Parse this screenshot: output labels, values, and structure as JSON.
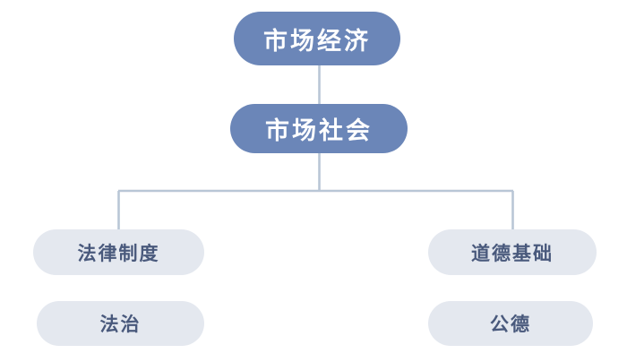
{
  "diagram": {
    "type": "org-chart",
    "background_color": "#ffffff",
    "theme": {
      "primary_fill": "#6b86b8",
      "primary_text": "#ffffff",
      "secondary_fill": "#e4e8ef",
      "secondary_text": "#49597c",
      "connector_color": "#b9c6d6"
    },
    "nodes": [
      {
        "id": "market-economy",
        "label": "市场经济",
        "style": "primary",
        "level": 0
      },
      {
        "id": "market-society",
        "label": "市场社会",
        "style": "primary",
        "level": 1
      },
      {
        "id": "legal-system",
        "label": "法律制度",
        "style": "secondary",
        "level": 2
      },
      {
        "id": "moral-foundation",
        "label": "道德基础",
        "style": "secondary",
        "level": 2
      },
      {
        "id": "rule-of-law",
        "label": "法治",
        "style": "secondary",
        "level": 3
      },
      {
        "id": "public-morality",
        "label": "公德",
        "style": "secondary",
        "level": 3
      }
    ],
    "connectors": [
      {
        "id": "economy-to-society",
        "from": "market-economy",
        "to": "market-society",
        "shape": "straight"
      },
      {
        "id": "society-to-branches",
        "from": "market-society",
        "to": [
          "legal-system",
          "moral-foundation"
        ],
        "shape": "elbow"
      }
    ]
  }
}
